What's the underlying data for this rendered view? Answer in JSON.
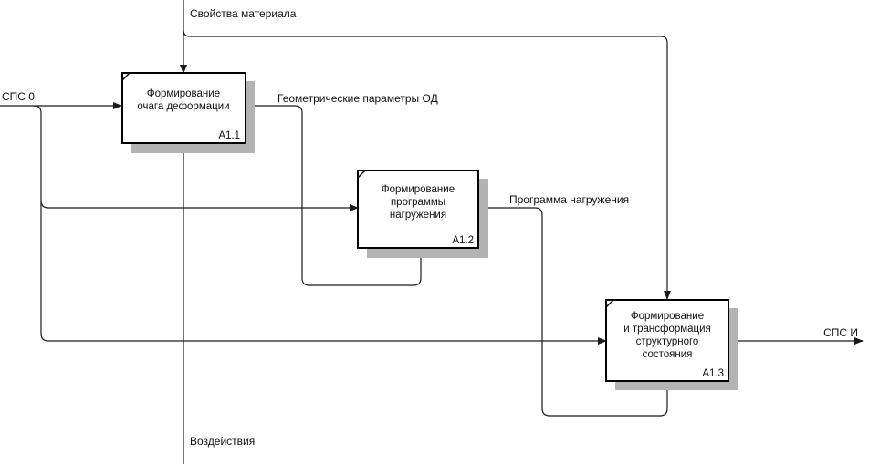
{
  "arrows": {
    "input_left": "СПС 0",
    "output_right": "СПС И",
    "control_top": "Свойства материала",
    "mechanism_bottom": "Воздействия",
    "link_1_2": "Геометрические параметры ОД",
    "link_2_3": "Программа нагружения"
  },
  "blocks": [
    {
      "lines": [
        "Формирование",
        "очага деформации"
      ],
      "id": "А1.1"
    },
    {
      "lines": [
        "Формирование",
        "программы",
        "нагружения"
      ],
      "id": "А1.2"
    },
    {
      "lines": [
        "Формирование",
        "и трансформация",
        "структурного",
        "состояния"
      ],
      "id": "А1.3"
    }
  ]
}
